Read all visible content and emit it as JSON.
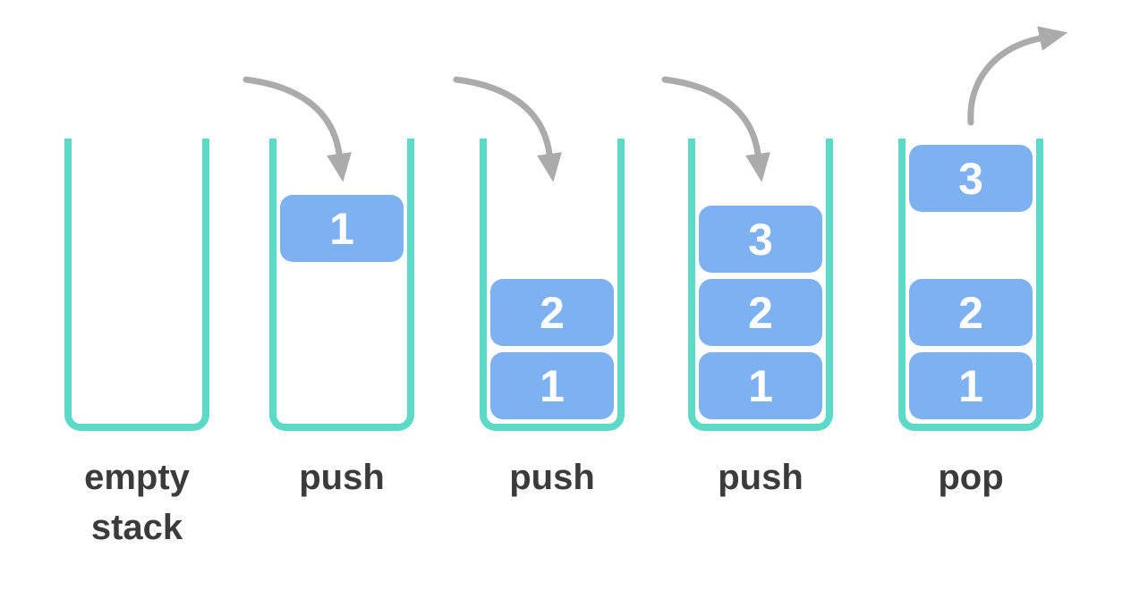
{
  "diagram": {
    "type": "stack-operations",
    "stages": [
      {
        "label": "empty stack",
        "arrow": "none",
        "boxes": []
      },
      {
        "label": "push",
        "arrow": "push-in",
        "boxes": [
          {
            "value": "1",
            "position": "falling"
          }
        ]
      },
      {
        "label": "push",
        "arrow": "push-in",
        "boxes": [
          {
            "value": "2",
            "position": "slot2"
          },
          {
            "value": "1",
            "position": "slot1"
          }
        ]
      },
      {
        "label": "push",
        "arrow": "push-in",
        "boxes": [
          {
            "value": "3",
            "position": "slot3"
          },
          {
            "value": "2",
            "position": "slot2"
          },
          {
            "value": "1",
            "position": "slot1"
          }
        ]
      },
      {
        "label": "pop",
        "arrow": "pop-out",
        "boxes": [
          {
            "value": "3",
            "position": "rim"
          },
          {
            "value": "2",
            "position": "slot2"
          },
          {
            "value": "1",
            "position": "slot1"
          }
        ]
      }
    ],
    "colors": {
      "container": "#5dd9c7",
      "box": "#7eb1f2",
      "box_text": "#ffffff",
      "arrow": "#ababab",
      "label_text": "#3b3b3b",
      "background": "#ffffff"
    }
  }
}
